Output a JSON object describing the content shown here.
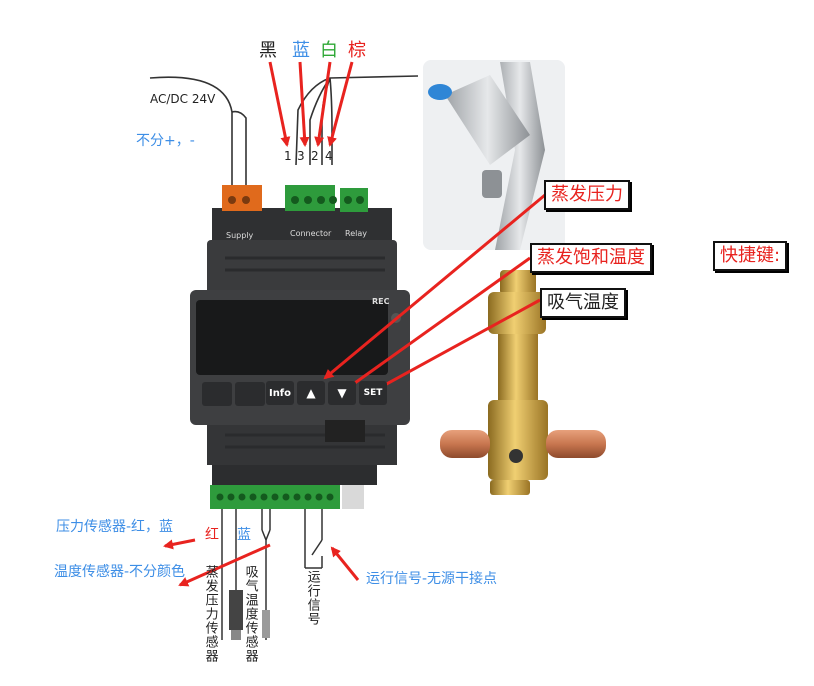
{
  "wire_colors": {
    "black": "黑",
    "blue": "蓝",
    "white": "白",
    "brown": "棕"
  },
  "power": {
    "voltage": "AC/DC 24V",
    "polarity": "不分+，-"
  },
  "terminal_numbers": [
    "1",
    "3",
    "2",
    "4"
  ],
  "callouts": {
    "evap_pressure": "蒸发压力",
    "evap_sat_temp": "蒸发饱和温度",
    "suction_temp": "吸气温度",
    "shortcut": "快捷键:"
  },
  "device": {
    "btn_info": "Info",
    "btn_set": "SET",
    "brand": "REC",
    "label_supply": "Supply",
    "label_connector": "Connector",
    "label_relay": "Relay"
  },
  "bottom_labels": {
    "pressure_sensor": "压力传感器-红，蓝",
    "wire_red": "红",
    "wire_blue": "蓝",
    "temp_sensor": "温度传感器-不分颜色",
    "evap_pressure_sensor": "蒸发压力传感器",
    "suction_temp_sensor": "吸气温度传感器",
    "run_signal": "运行信号",
    "run_signal_desc": "运行信号-无源干接点"
  },
  "colors": {
    "callout_red": "#e8231f",
    "label_blue": "#3d8ee6",
    "terminal_green": "#2e9b3c",
    "terminal_orange": "#e06a1c",
    "housing": "#3a3b3d",
    "brass": "#c9a24a",
    "copper": "#c8764f"
  }
}
